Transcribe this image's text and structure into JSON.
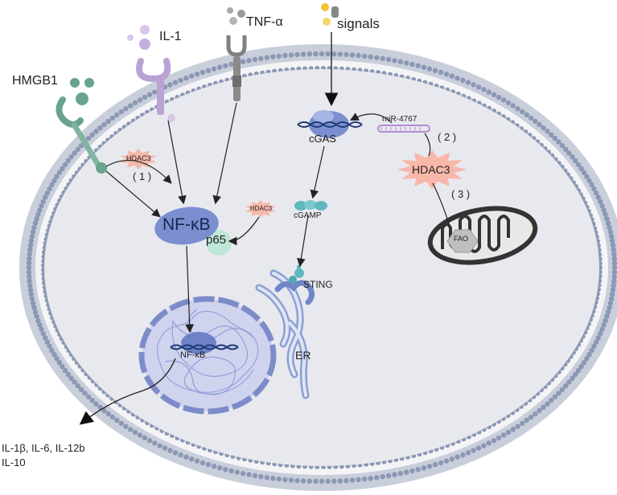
{
  "ligands": {
    "hmgb1": "HMGB1",
    "il1": "IL-1",
    "tnfa": "TNF-α",
    "signals": "signals"
  },
  "nodes": {
    "hdac3_small_1": "HDAC3",
    "pathway_1": "( 1 )",
    "nfkb_main": "NF-κB",
    "p65": "p65",
    "hdac3_small_2": "HDAC3",
    "cgas": "cGAS",
    "cgamp": "cGAMP",
    "sting": "STING",
    "er": "ER",
    "mir": "miR-4767",
    "pathway_2": "( 2 )",
    "hdac3_large": "HDAC3",
    "pathway_3": "( 3 )",
    "fao": "FAO",
    "nfkb_nucleus": "NF-κB"
  },
  "outputs": {
    "line1": "IL-1β, IL-6, IL-12b",
    "line2": "IL-10"
  },
  "colors": {
    "cytoplasm": "#e8e9ee",
    "membrane_bead": "#8b98b4",
    "nucleus": "#c9cdec",
    "nfkb": "#7b8fd0",
    "p65": "#bfe6d6",
    "hdac3": "#f6b3a8",
    "green_ligand": "#6aa38d",
    "purple_ligand": "#b9a2d4",
    "sting": "#5fb8c0",
    "mito": "#444444"
  },
  "icons": [
    "starburst-icon",
    "receptor-icon",
    "mitochondrion-icon",
    "er-icon",
    "dna-icon"
  ]
}
